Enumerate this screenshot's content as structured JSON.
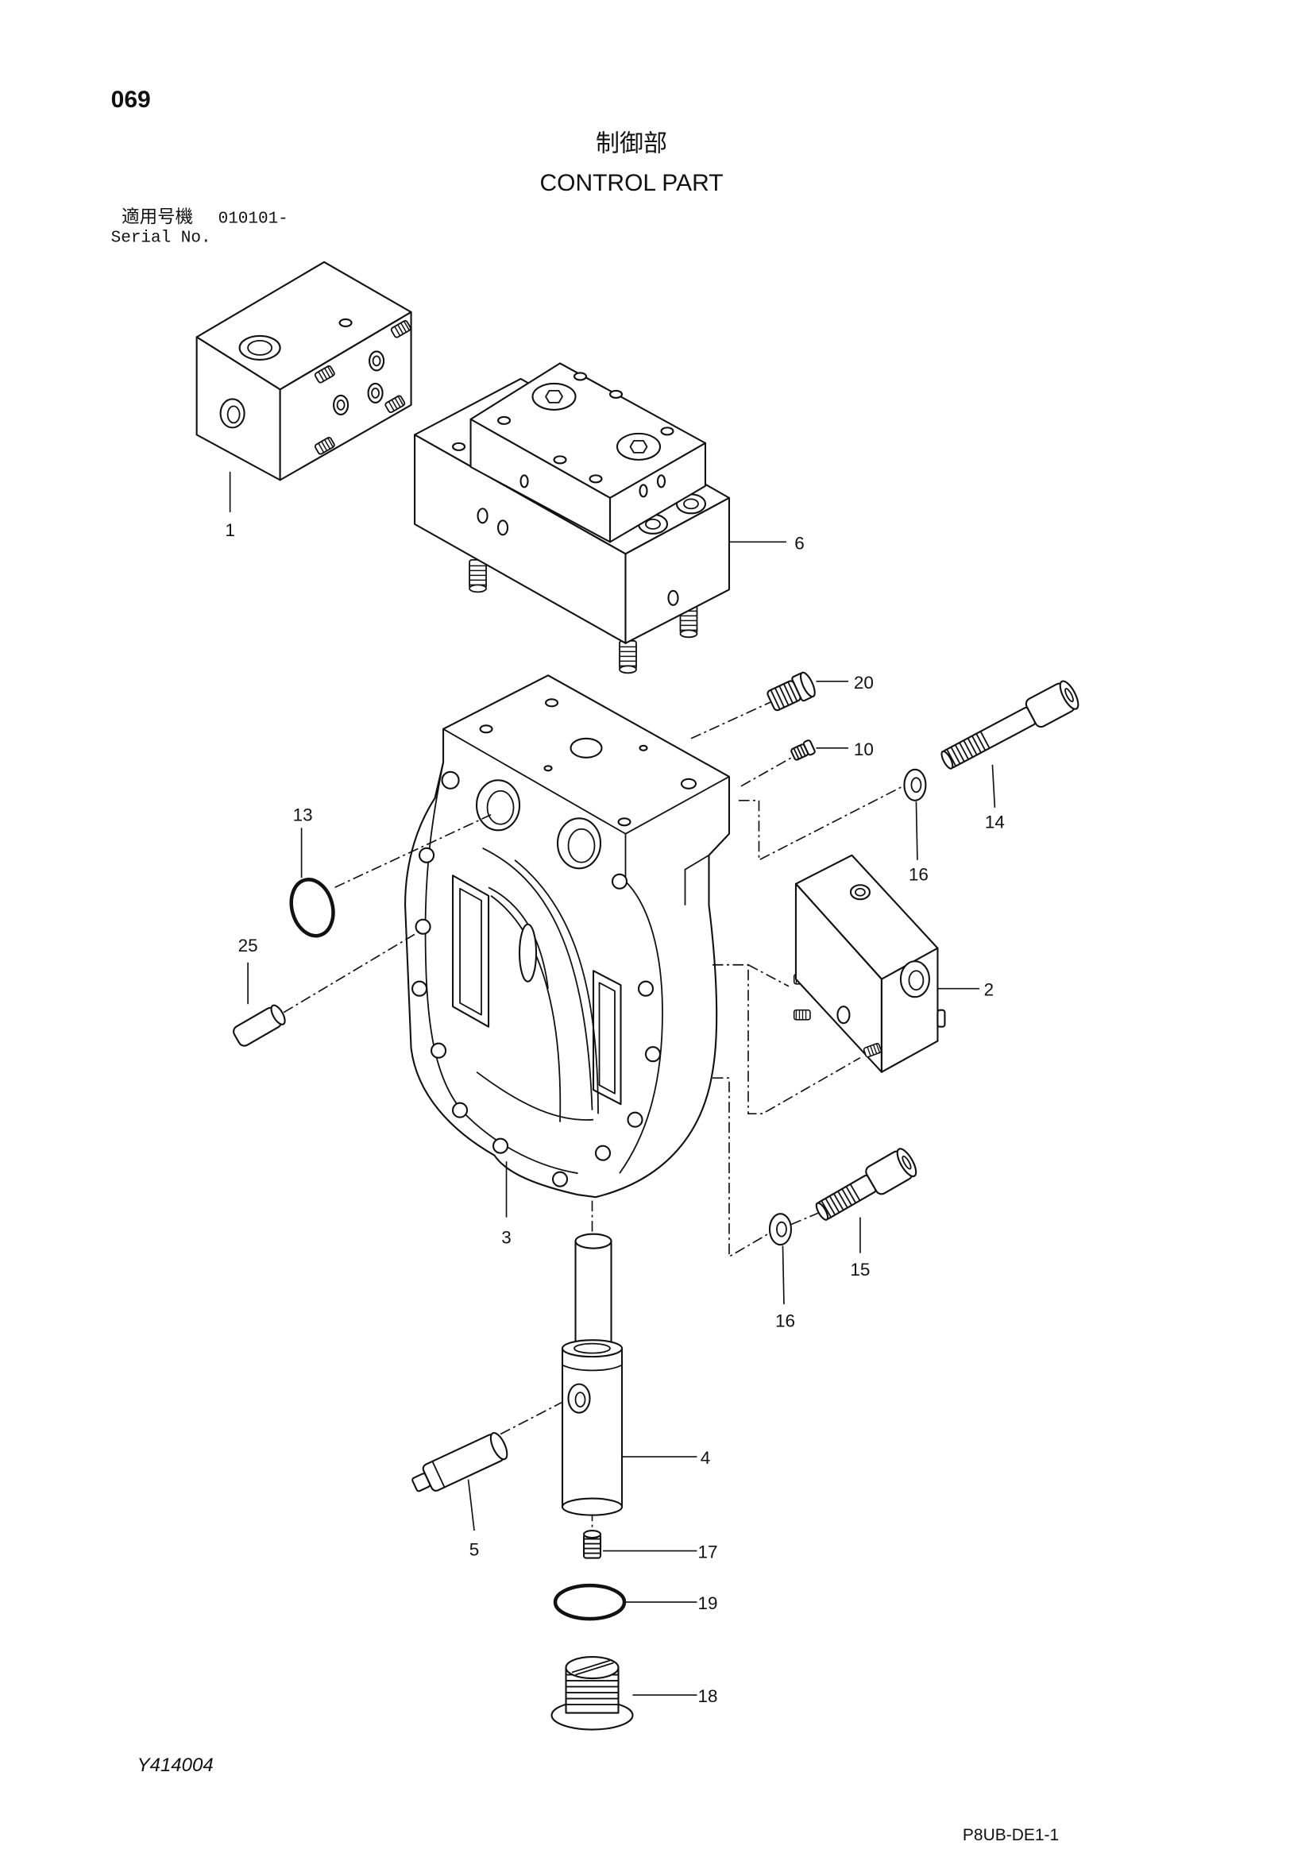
{
  "header": {
    "page_number": "069",
    "title_ja": "制御部",
    "title_en": "CONTROL PART"
  },
  "applicability": {
    "label_ja": "適用号機",
    "serial_from": "010101-",
    "label_en": "Serial No."
  },
  "footer": {
    "figure_code": "Y414004",
    "reference": "P8UB-DE1-1"
  },
  "callouts": [
    "1",
    "6",
    "20",
    "10",
    "13",
    "14",
    "16",
    "25",
    "2",
    "3",
    "15",
    "16",
    "4",
    "5",
    "17",
    "19",
    "18"
  ]
}
